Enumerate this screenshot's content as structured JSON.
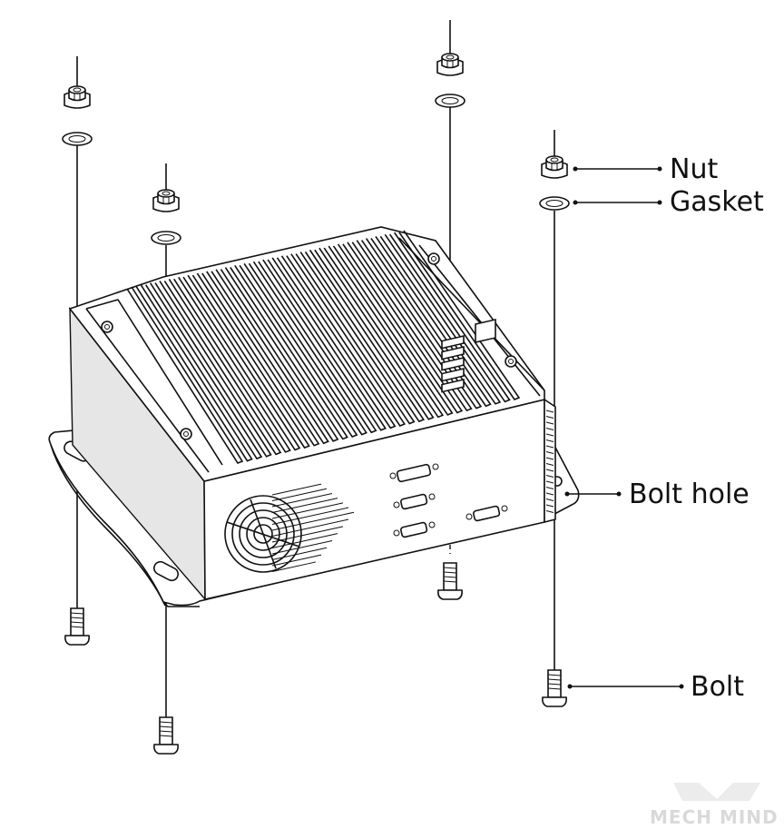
{
  "labels": {
    "nut": "Nut",
    "gasket": "Gasket",
    "bolt_hole": "Bolt hole",
    "bolt": "Bolt"
  },
  "watermark": {
    "text": "MECH MIND"
  },
  "colors": {
    "line": "#111111",
    "side_panel": "#e6e6e6",
    "watermark": "#d9d9d9"
  }
}
